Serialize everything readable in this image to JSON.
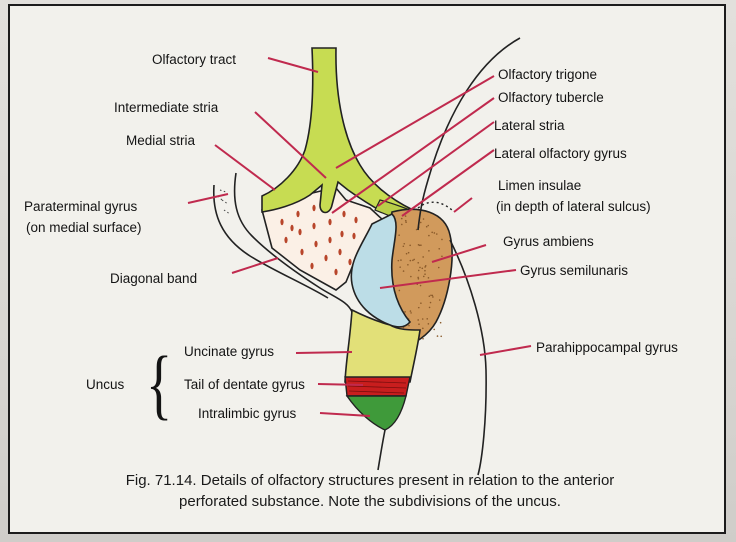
{
  "colors": {
    "leader": "#c02a4e",
    "olfactory_tract": "#c7dc52",
    "perforated_substance": "#fbf0e6",
    "dots": "#b8452a",
    "gyrus_ambiens": "#d19a5c",
    "gyrus_semilunaris": "#bcdde7",
    "uncinate_gyrus": "#e2e078",
    "tail_of_dentate": "#c81e1e",
    "intralimbic": "#3f9a3a"
  },
  "labels": {
    "olfactory_tract": "Olfactory tract",
    "intermediate_stria": "Intermediate stria",
    "medial_stria": "Medial stria",
    "paraterminal_gyrus_1": "Paraterminal gyrus",
    "paraterminal_gyrus_2": "(on medial surface)",
    "diagonal_band": "Diagonal band",
    "olfactory_trigone": "Olfactory trigone",
    "olfactory_tubercle": "Olfactory tubercle",
    "lateral_stria": "Lateral stria",
    "lateral_olfactory_gyrus": "Lateral olfactory gyrus",
    "limen_insulae_1": "Limen insulae",
    "limen_insulae_2": "(in depth of lateral sulcus)",
    "gyrus_ambiens": "Gyrus ambiens",
    "gyrus_semilunaris": "Gyrus semilunaris",
    "parahippocampal_gyrus": "Parahippocampal gyrus",
    "uncinate_gyrus": "Uncinate gyrus",
    "tail_of_dentate_gyrus": "Tail of dentate gyrus",
    "intralimbic_gyrus": "Intralimbic gyrus",
    "uncus": "Uncus",
    "uncus_brace": "{"
  },
  "caption": {
    "line1": "Fig. 71.14. Details of olfactory structures present in relation to the anterior",
    "line2": "perforated substance. Note the subdivisions of the uncus."
  }
}
